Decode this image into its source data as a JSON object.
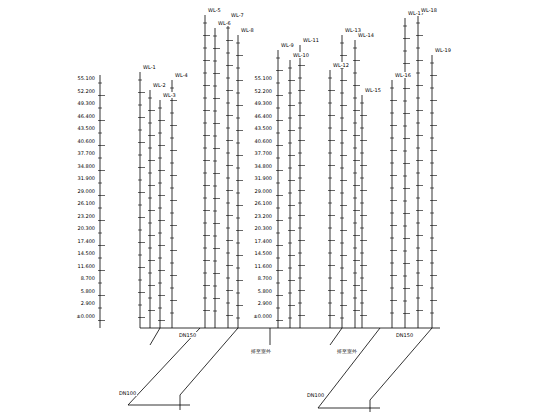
{
  "diagram": {
    "labels": [
      "55.100",
      "52.200",
      "49.300",
      "46.400",
      "43.500",
      "40.600",
      "37.700",
      "34.800",
      "31.900",
      "29.000",
      "26.100",
      "23.200",
      "20.300",
      "17.400",
      "14.500",
      "11.600",
      "8.700",
      "5.800",
      "2.900",
      "±0.000",
      "55.100",
      "52.200",
      "49.300",
      "46.400",
      "43.500",
      "40.600",
      "37.700",
      "34.800",
      "31.900",
      "29.000",
      "26.100",
      "23.200",
      "20.300",
      "17.400",
      "14.500",
      "11.600",
      "8.700",
      "5.800",
      "2.900",
      "±0.000",
      "WL-1",
      "WL-2",
      "WL-3",
      "WL-4",
      "WL-5",
      "WL-6",
      "WL-7",
      "WL-8",
      "WL-9",
      "WL-10",
      "WL-11",
      "WL-12",
      "WL-13",
      "WL-14",
      "WL-15",
      "WL-16",
      "WL-17",
      "WL-18",
      "WL-19",
      "DN150",
      "DN150",
      "DN100",
      "DN100",
      "排至室外",
      "排至室外"
    ]
  }
}
